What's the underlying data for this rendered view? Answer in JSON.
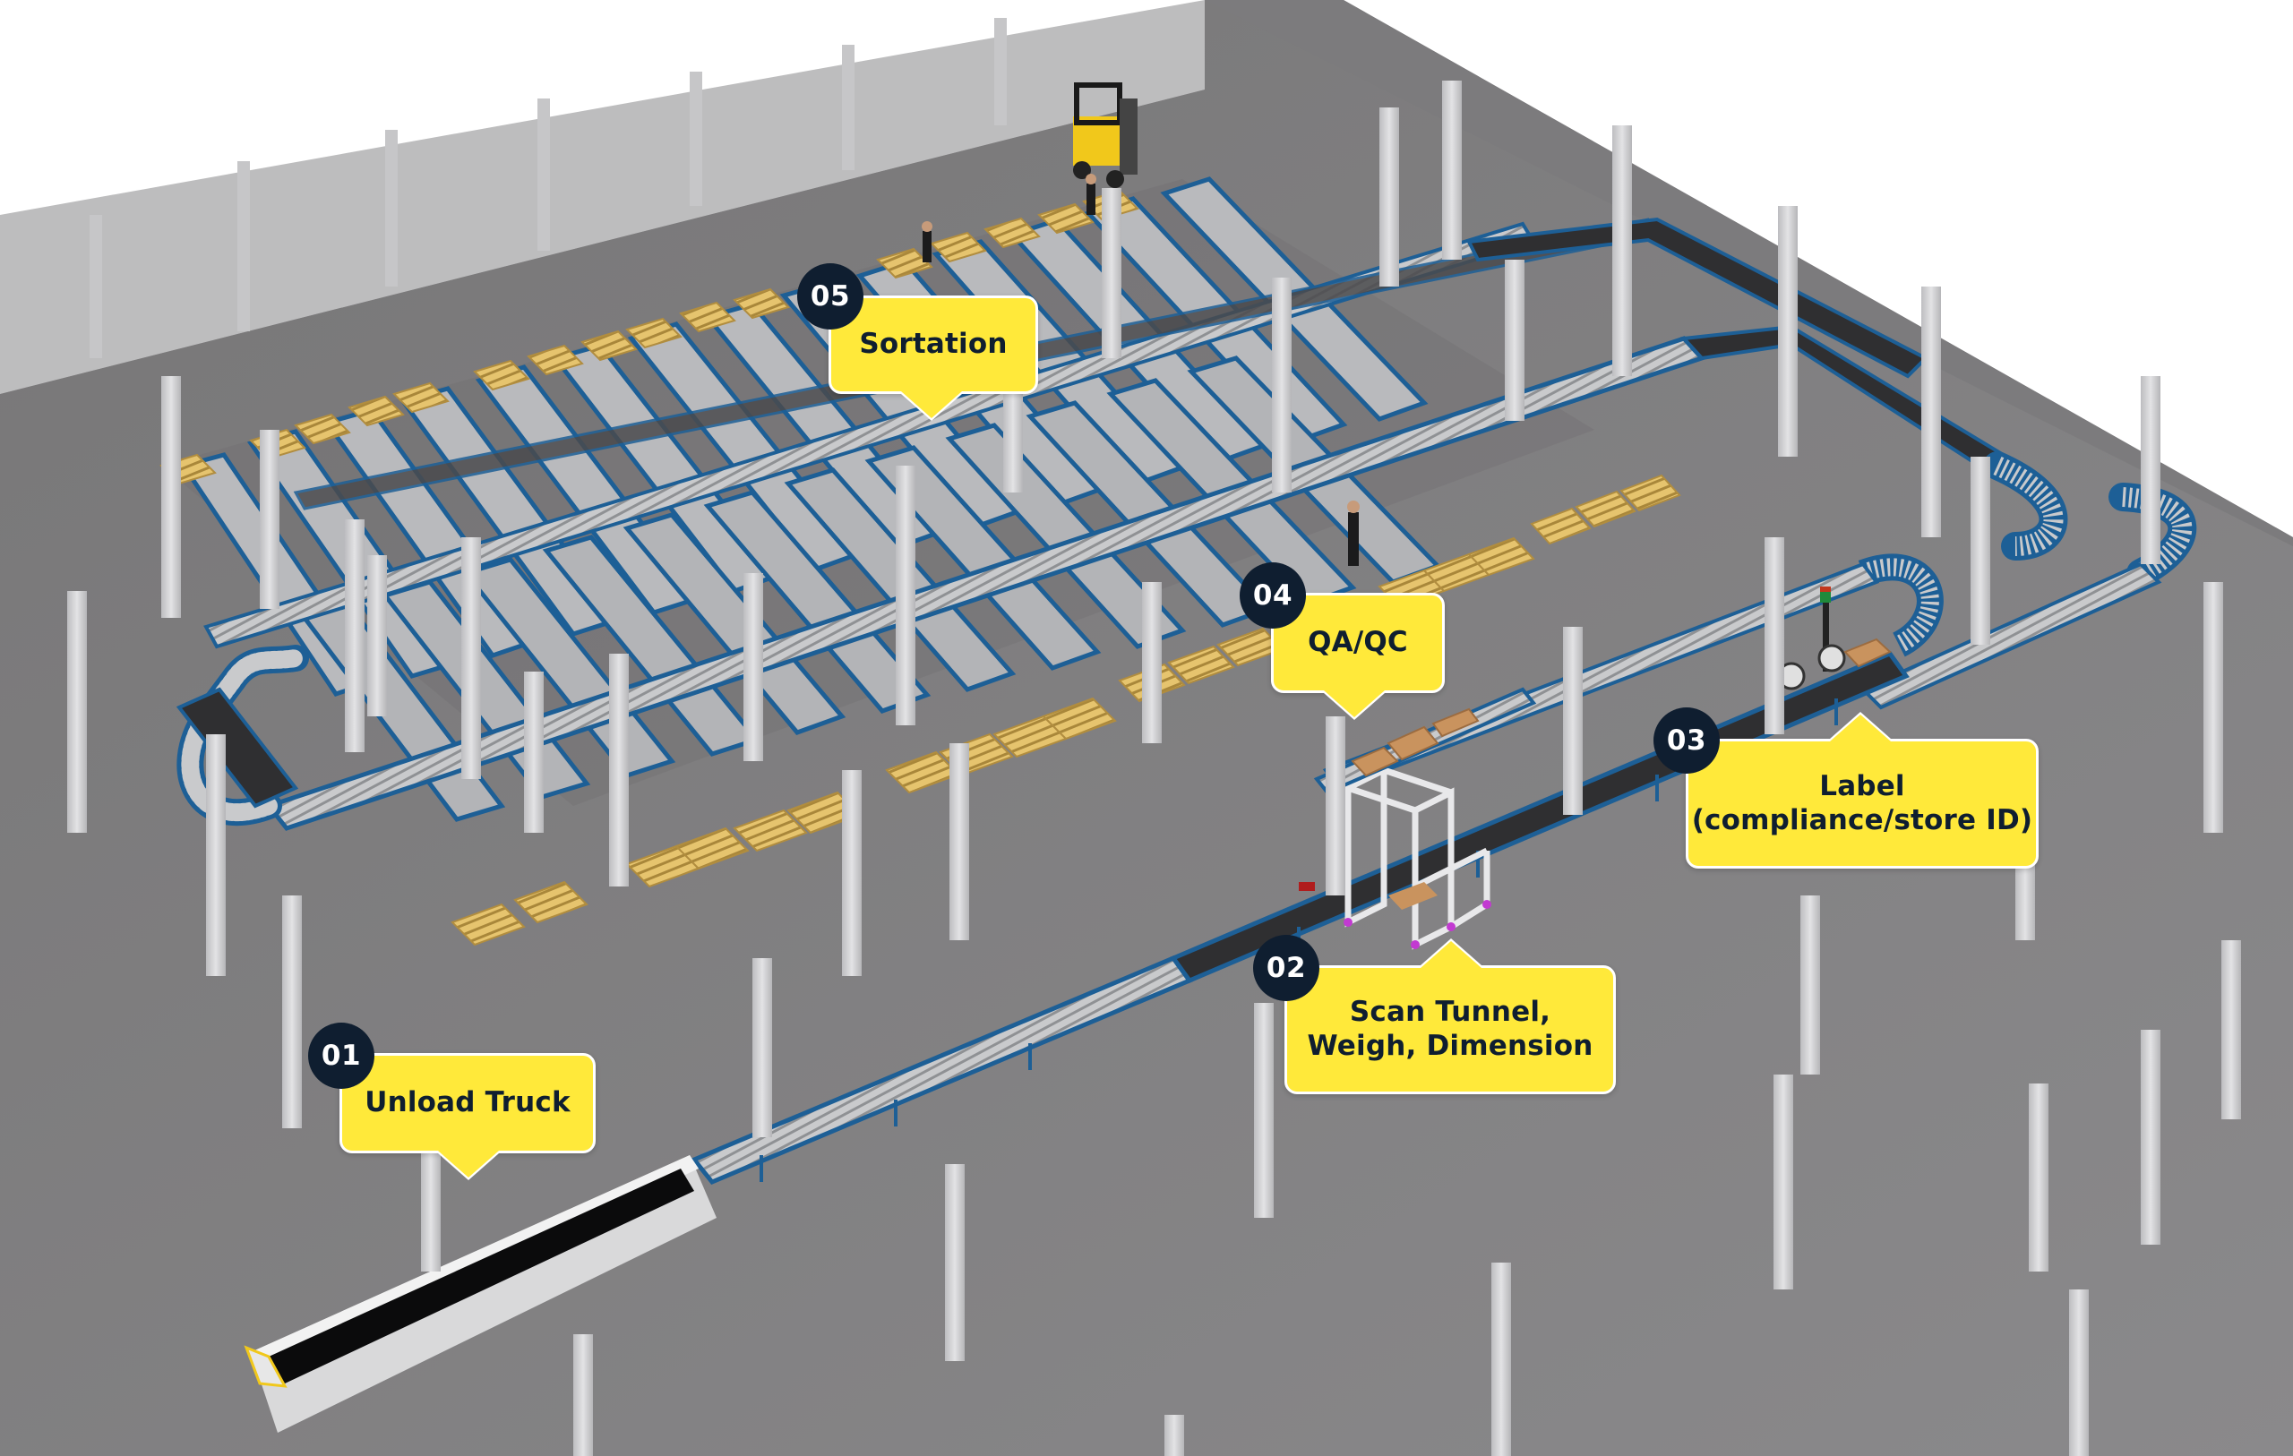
{
  "diagram": {
    "type": "isometric-warehouse-process-flow",
    "colors": {
      "floor": "#848384",
      "wall": "#bdbdbe",
      "background": "#ffffff",
      "column": "#d6d6d8",
      "conveyor_frame": "#1d5f96",
      "belt": "#2f2f31",
      "roller": "#c9cacc",
      "chute": "#b7b8ba",
      "pallet": "#e3c06a",
      "box": "#c9935e",
      "forklift": "#f1c81b",
      "callout_bg": "#ffe93a",
      "callout_text": "#0f1e30",
      "badge_bg": "#0f1e30",
      "badge_text": "#ffffff"
    },
    "steps": [
      {
        "number": "01",
        "label": "Unload Truck",
        "pointer": "down"
      },
      {
        "number": "02",
        "label": "Scan Tunnel,\nWeigh, Dimension",
        "pointer": "up"
      },
      {
        "number": "03",
        "label": "Label\n(compliance/store ID)",
        "pointer": "up"
      },
      {
        "number": "04",
        "label": "QA/QC",
        "pointer": "down"
      },
      {
        "number": "05",
        "label": "Sortation",
        "pointer": "down"
      }
    ],
    "equipment": [
      {
        "name": "telescopic truck unloader"
      },
      {
        "name": "roller conveyor"
      },
      {
        "name": "belt conveyor"
      },
      {
        "name": "scan tunnel"
      },
      {
        "name": "print-and-apply labeler"
      },
      {
        "name": "QA/QC station"
      },
      {
        "name": "sortation chutes"
      },
      {
        "name": "forklift"
      },
      {
        "name": "pallets"
      }
    ]
  }
}
